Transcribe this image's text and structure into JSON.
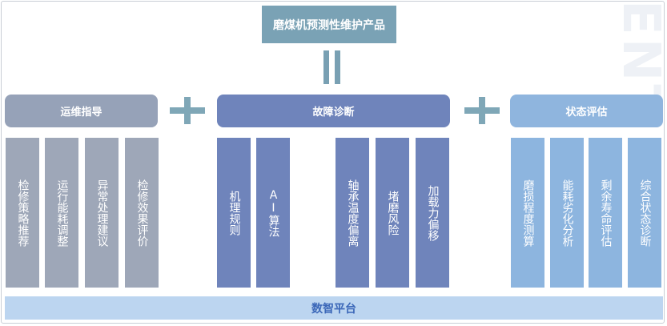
{
  "title": "磨煤机预测性维护产品",
  "watermark": "ENT",
  "groups": {
    "left": {
      "label": "运维指导",
      "columns": [
        "检修策略推荐",
        "运行能耗调整",
        "异常处理建议",
        "检修效果评价"
      ]
    },
    "mid": {
      "label": "故障诊断",
      "columns": [
        "机理规则",
        "AI算法",
        "轴承温度偏离",
        "堵磨风险",
        "加载力偏移"
      ]
    },
    "right": {
      "label": "状态评估",
      "columns": [
        "磨损程度测算",
        "能耗劣化分析",
        "剩余寿命评估",
        "综合状态诊断"
      ]
    }
  },
  "platform": "数智平台",
  "colors": {
    "title_bg": "#7aa2b5",
    "left": "#9ea7b8",
    "mid": "#6f84bb",
    "right": "#8db5df",
    "platform_bg": "#bcd5f0",
    "platform_text": "#3b67b8"
  }
}
